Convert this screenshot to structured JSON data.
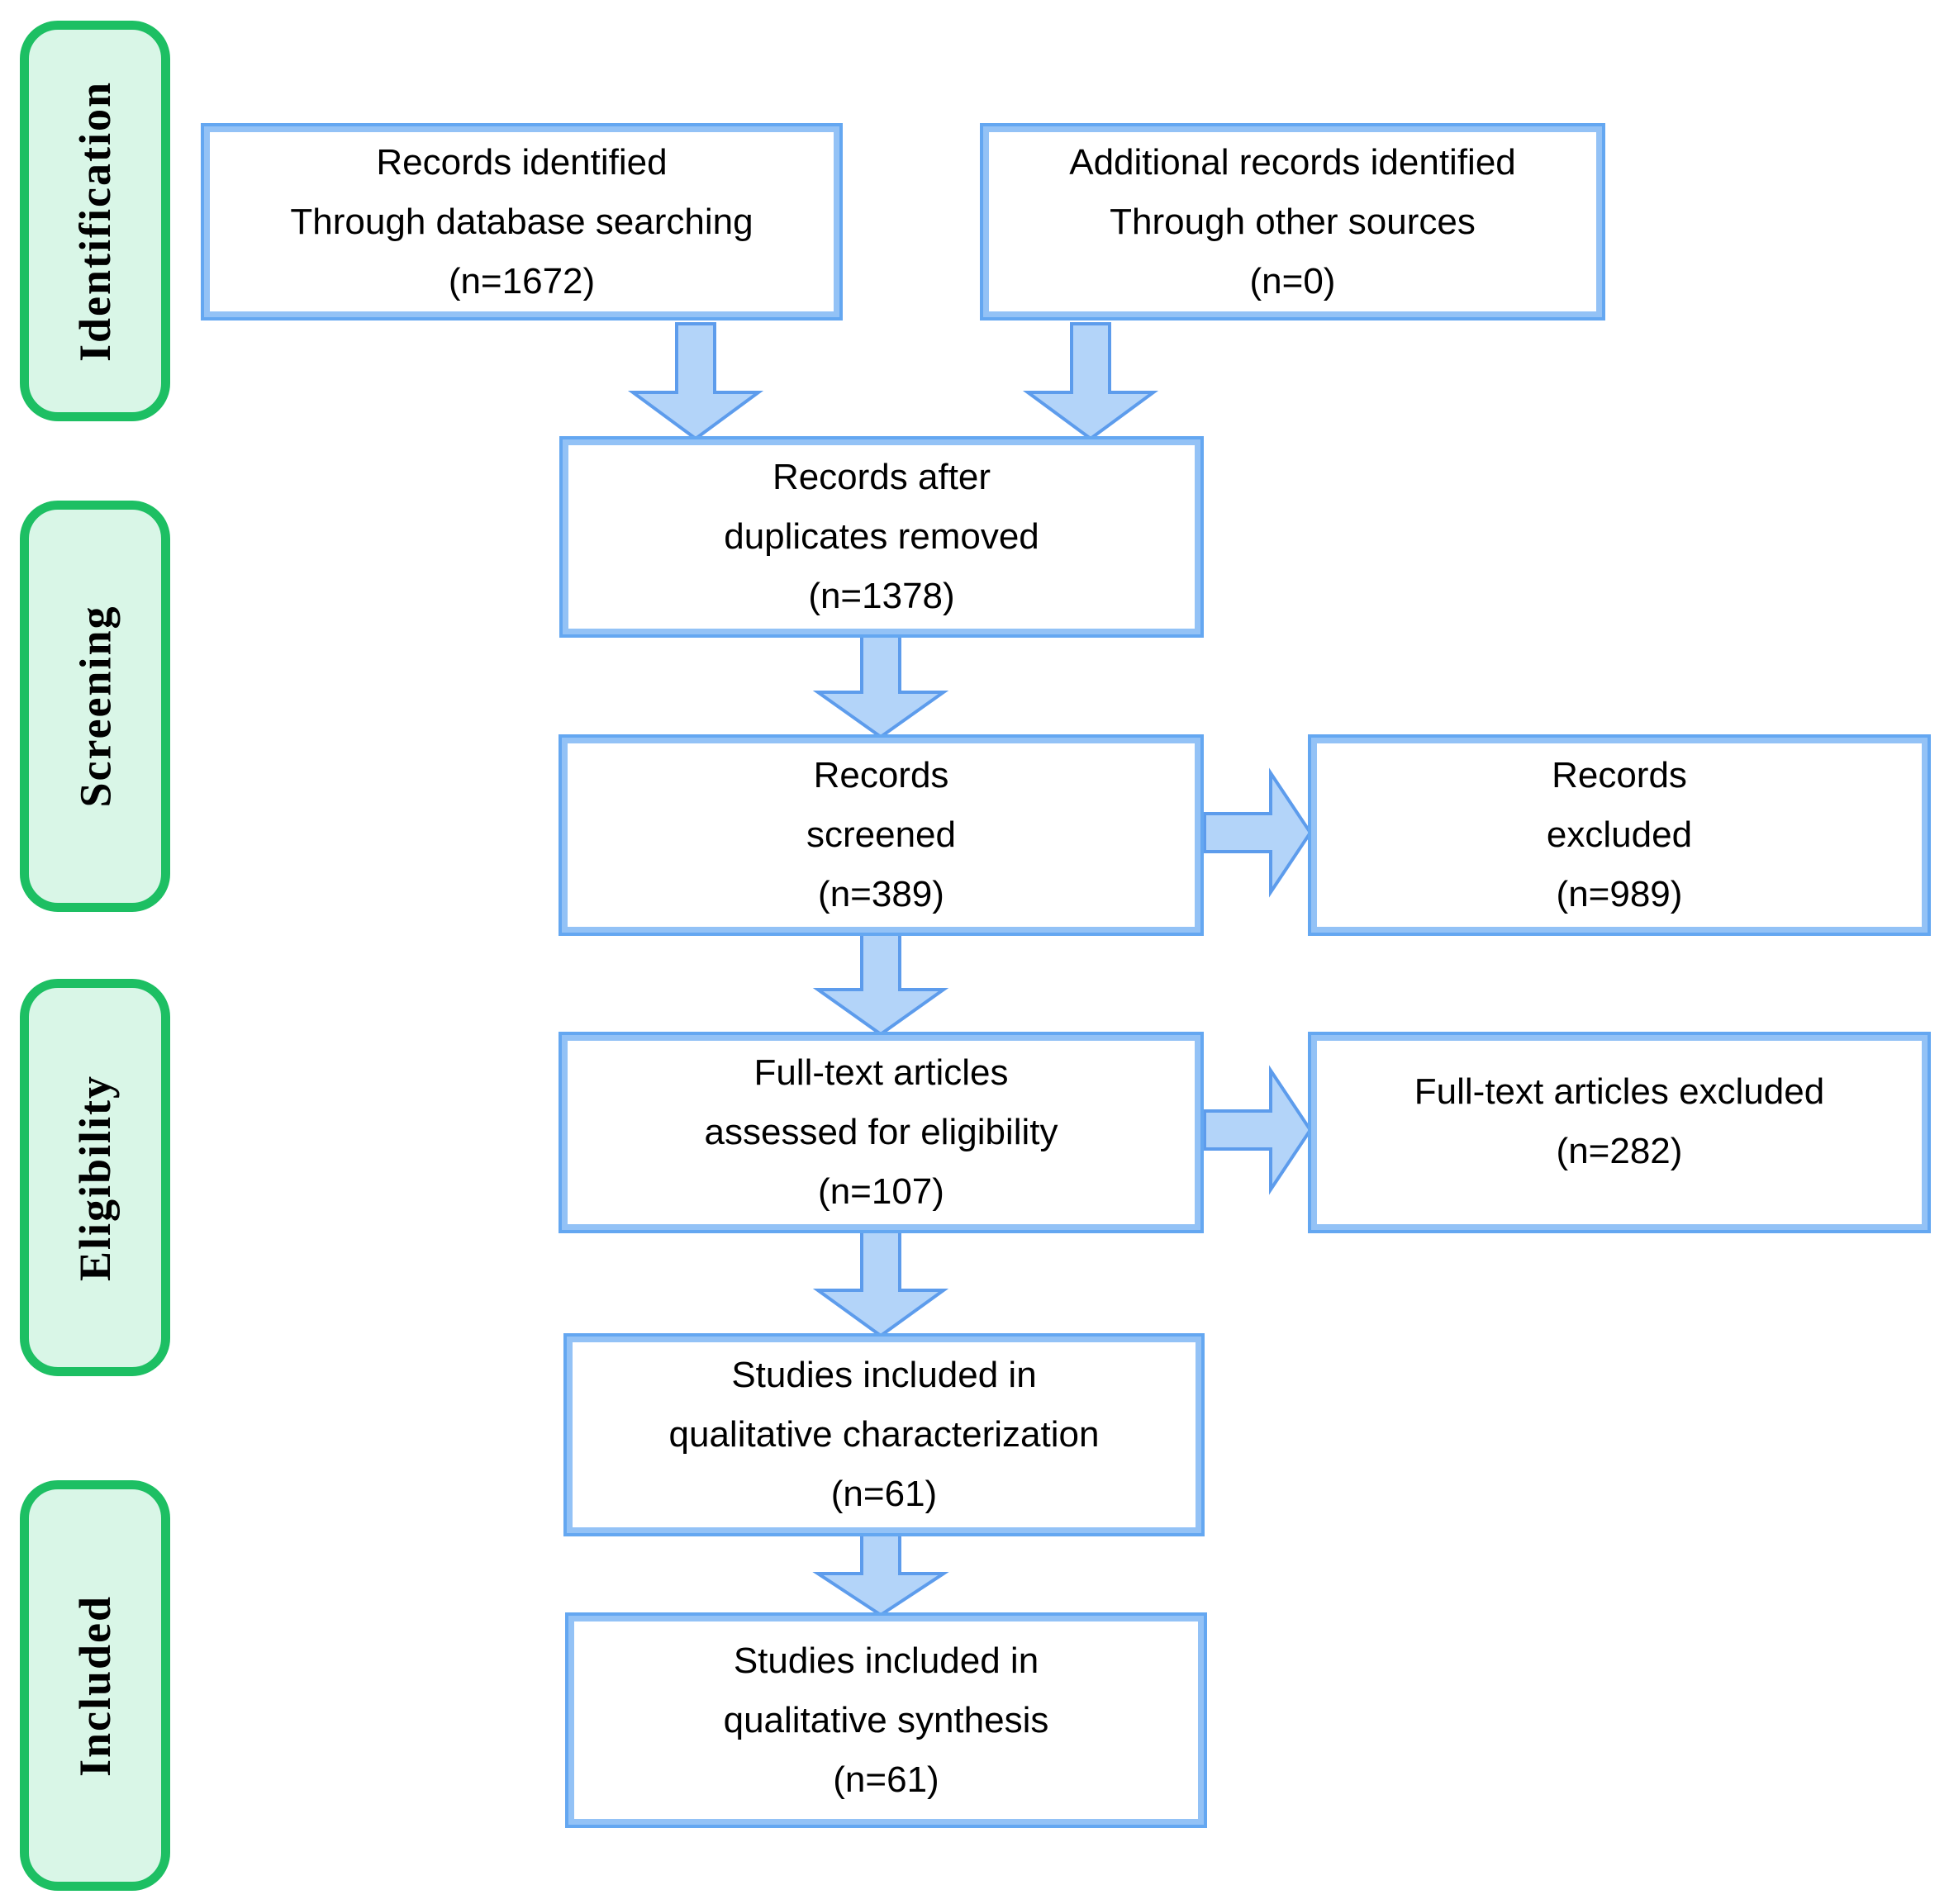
{
  "diagram": {
    "type": "prisma-flow-diagram",
    "background": "#ffffff"
  },
  "palette": {
    "stage_border": "#1dbf63",
    "stage_fill": "#d9f6e7",
    "box_border_light": "#93c2f6",
    "box_border_dark": "#64a7f1",
    "box_fill": "#ffffff",
    "arrow_fill": "#b3d4f9",
    "arrow_stroke": "#5d9cec",
    "text": "#000000"
  },
  "stages": [
    {
      "label": "Identification"
    },
    {
      "label": "Screening"
    },
    {
      "label": "Eligibility"
    },
    {
      "label": "Included"
    }
  ],
  "boxes": {
    "records_identified": {
      "lines": [
        "Records identified",
        "Through database searching",
        "(n=1672)"
      ],
      "n": 1672
    },
    "additional_records": {
      "lines": [
        "Additional  records identified",
        "Through other sources",
        "(n=0)"
      ],
      "n": 0
    },
    "after_duplicates": {
      "lines": [
        "Records after",
        "duplicates removed",
        "(n=1378)"
      ],
      "n": 1378
    },
    "records_screened": {
      "lines": [
        "Records",
        "screened",
        "(n=389)"
      ],
      "n": 389
    },
    "records_excluded": {
      "lines": [
        "Records",
        "excluded",
        "(n=989)"
      ],
      "n": 989
    },
    "fulltext_assessed": {
      "lines": [
        "Full-text articles",
        "assessed for eligibility",
        "(n=107)"
      ],
      "n": 107
    },
    "fulltext_excluded": {
      "lines": [
        "Full-text articles excluded",
        "(n=282)"
      ],
      "n": 282
    },
    "qualitative_characterization": {
      "lines": [
        "Studies included in",
        "qualitative characterization",
        "(n=61)"
      ],
      "n": 61
    },
    "qualitative_synthesis": {
      "lines": [
        "Studies included in",
        "qualitative synthesis",
        "(n=61)"
      ],
      "n": 61
    }
  }
}
